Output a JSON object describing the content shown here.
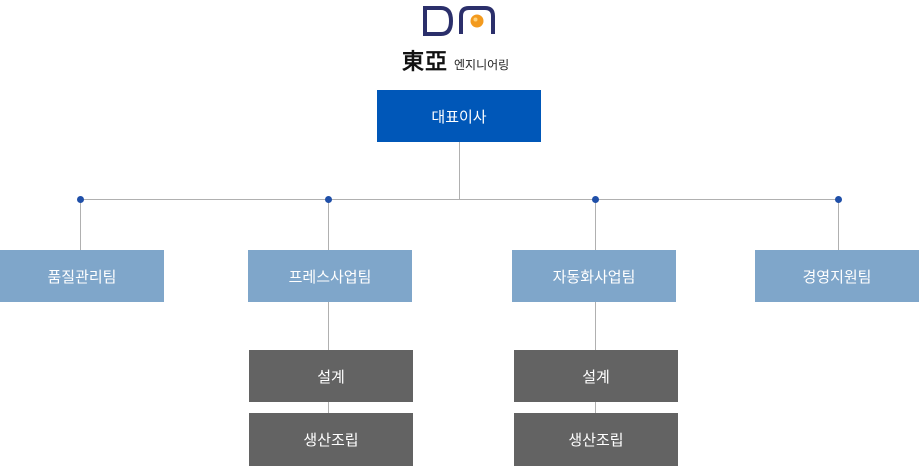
{
  "logo": {
    "hanja": "東亞",
    "korean": "엔지니어링",
    "mark_color": "#2b2f6b",
    "dot_color": "#f39a1e"
  },
  "org": {
    "ceo": "대표이사",
    "teams": [
      {
        "label": "품질관리팀",
        "subs": []
      },
      {
        "label": "프레스사업팀",
        "subs": [
          "설계",
          "생산조립"
        ]
      },
      {
        "label": "자동화사업팀",
        "subs": [
          "설계",
          "생산조립"
        ]
      },
      {
        "label": "경영지원팀",
        "subs": []
      }
    ]
  },
  "colors": {
    "ceo": "#0057b8",
    "team": "#7fa6ca",
    "sub": "#636363",
    "connector": "#b0b0b0",
    "node_dot": "#1f4fa8"
  }
}
